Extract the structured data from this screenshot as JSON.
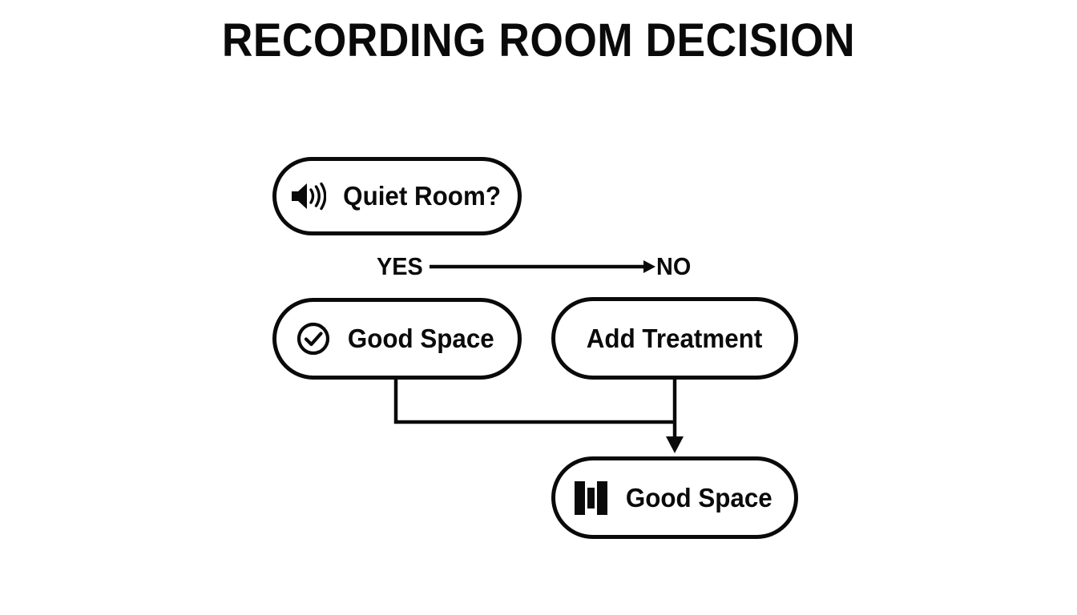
{
  "page": {
    "title": "RECORDING ROOM DECISION",
    "background_color": "#ffffff",
    "ink_color": "#0a0a0a"
  },
  "diagram": {
    "type": "flowchart",
    "orientation": "top-down",
    "nodes": [
      {
        "id": "quiet-room",
        "label": "Quiet Room?",
        "icon": "speaker-volume-icon",
        "shape": "pill",
        "role": "decision"
      },
      {
        "id": "good-space-yes",
        "label": "Good Space",
        "icon": "check-circle-icon",
        "shape": "pill",
        "role": "outcome"
      },
      {
        "id": "add-treatment",
        "label": "Add Treatment",
        "icon": "none",
        "shape": "pill",
        "role": "action"
      },
      {
        "id": "good-space-final",
        "label": "Good Space",
        "icon": "bar-levels-icon",
        "shape": "pill",
        "role": "outcome"
      }
    ],
    "branch_labels": {
      "yes": "YES",
      "no": "NO"
    },
    "edges": [
      {
        "from": "quiet-room",
        "to": "add-treatment",
        "label": "NO",
        "style": "arrow-right"
      },
      {
        "from": "quiet-room",
        "to": "good-space-yes",
        "label": "YES",
        "style": "implicit"
      },
      {
        "from": "good-space-yes",
        "to": "good-space-final",
        "label": "",
        "style": "elbow"
      },
      {
        "from": "add-treatment",
        "to": "good-space-final",
        "label": "",
        "style": "arrow-down"
      }
    ]
  }
}
